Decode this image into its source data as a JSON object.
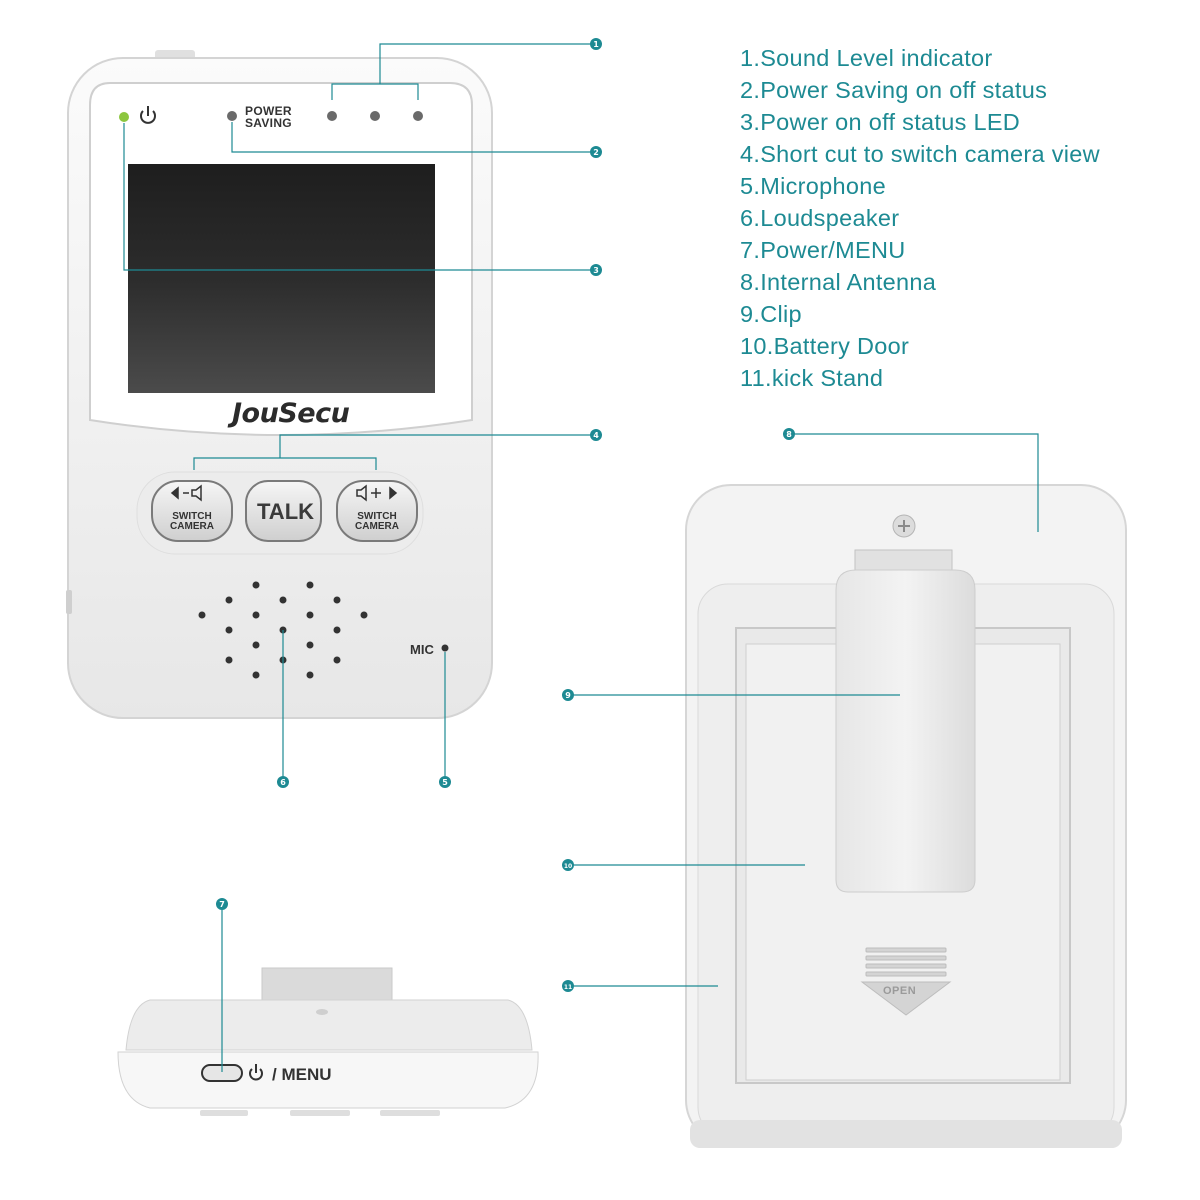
{
  "legend": {
    "items": [
      "1.Sound Level indicator",
      "2.Power Saving on off status",
      "3.Power on off status LED",
      "4.Short cut to switch camera view",
      "5.Microphone",
      "6.Loudspeaker",
      "7.Power/MENU",
      "8.Internal Antenna",
      "9.Clip",
      "10.Battery Door",
      "11.kick Stand"
    ]
  },
  "device": {
    "power_saving_label": "POWER\nSAVING",
    "brand": "JouSecu",
    "talk_label": "TALK",
    "switch_camera_label": "SWITCH\nCAMERA",
    "mic_label": "MIC",
    "menu_label": "/ MENU",
    "battery_door_label": "OPEN"
  },
  "callouts": [
    "1",
    "2",
    "3",
    "4",
    "5",
    "6",
    "7",
    "8",
    "9",
    "10",
    "11"
  ],
  "colors": {
    "accent": "#1d8a93",
    "device_body": "#f4f4f4",
    "screen": "#2a2a2a",
    "led_green": "#8cc63f"
  }
}
